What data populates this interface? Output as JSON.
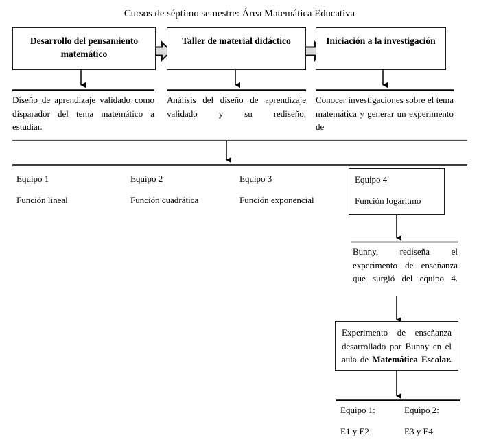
{
  "diagram": {
    "title": "Cursos de séptimo semestre: Área Matemática Educativa",
    "course_boxes": [
      {
        "label": "Desarrollo del pensamiento matemático"
      },
      {
        "label": "Taller de material didáctico"
      },
      {
        "label": "Iniciación a la investigación"
      }
    ],
    "connectors": [
      {
        "name": "bidirectional-arrow-1"
      },
      {
        "name": "bidirectional-arrow-2"
      }
    ],
    "outcome_notes": [
      {
        "text": "Diseño de aprendizaje validado como disparador del tema matemático a estudiar."
      },
      {
        "text": "Análisis del diseño de aprendizaje validado y su rediseño."
      },
      {
        "text": "Conocer investigaciones sobre el tema matemática y generar un experimento de"
      }
    ],
    "teams": [
      {
        "name": "Equipo 1",
        "topic": "Función lineal"
      },
      {
        "name": "Equipo 2",
        "topic": "Función cuadrática"
      },
      {
        "name": "Equipo 3",
        "topic": "Función exponencial"
      },
      {
        "name": "Equipo 4",
        "topic": "Función logaritmo"
      }
    ],
    "redesign_note": "Bunny, rediseña el experimento de enseñanza que surgió del equipo 4.",
    "experiment_box": {
      "text_before": "Experimento de enseñanza desarrollado por Bunny en el aula de ",
      "text_bold": "Matemática Escolar."
    },
    "final_teams": [
      {
        "name": "Equipo 1:",
        "members": "E1 y E2"
      },
      {
        "name": "Equipo 2:",
        "members": "E3 y E4"
      }
    ],
    "colors": {
      "stroke": "#1a1a1a",
      "arrow_fill": "#d9d9d9",
      "background": "#ffffff"
    }
  }
}
